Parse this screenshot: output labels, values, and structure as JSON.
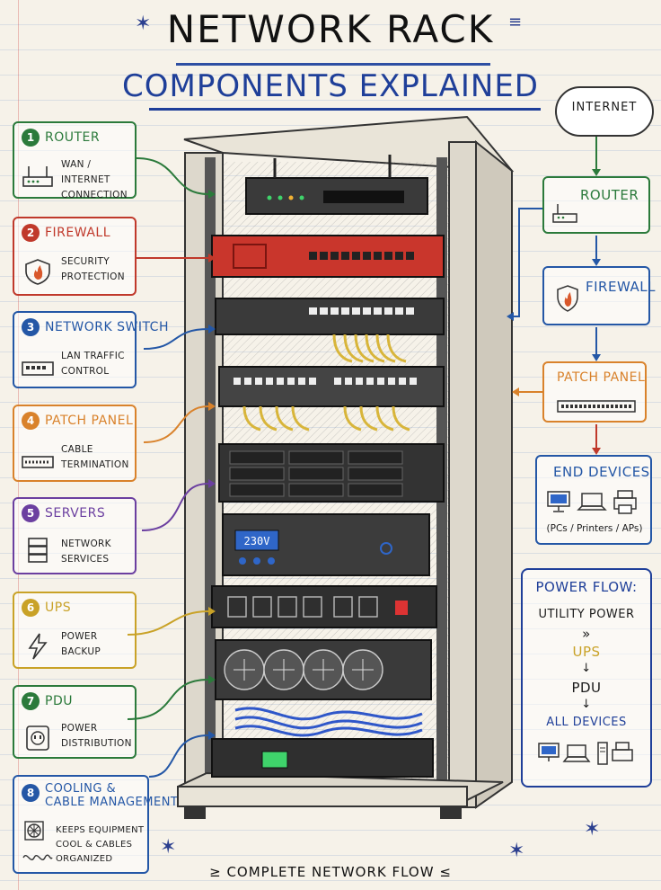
{
  "title": {
    "line1": "NETWORK RACK",
    "line2": "COMPONENTS EXPLAINED"
  },
  "components": [
    {
      "num": "1",
      "label": "ROUTER",
      "desc1": "WAN / INTERNET",
      "desc2": "CONNECTION",
      "color": "#2b7a3b"
    },
    {
      "num": "2",
      "label": "FIREWALL",
      "desc1": "SECURITY",
      "desc2": "PROTECTION",
      "color": "#c0392b"
    },
    {
      "num": "3",
      "label": "NETWORK SWITCH",
      "desc1": "LAN TRAFFIC",
      "desc2": "CONTROL",
      "color": "#2457a6"
    },
    {
      "num": "4",
      "label": "PATCH PANEL",
      "desc1": "CABLE",
      "desc2": "TERMINATION",
      "color": "#d9822b"
    },
    {
      "num": "5",
      "label": "SERVERS",
      "desc1": "NETWORK",
      "desc2": "SERVICES",
      "color": "#6b3fa0"
    },
    {
      "num": "6",
      "label": "UPS",
      "desc1": "POWER",
      "desc2": "BACKUP",
      "color": "#c9a227"
    },
    {
      "num": "7",
      "label": "PDU",
      "desc1": "POWER",
      "desc2": "DISTRIBUTION",
      "color": "#2b7a3b"
    },
    {
      "num": "8",
      "label1": "COOLING &",
      "label2": "CABLE MANAGEMENT",
      "desc1": "KEEPS EQUIPMENT",
      "desc2": "COOL & CABLES",
      "desc3": "ORGANIZED",
      "color": "#2457a6"
    }
  ],
  "flow": {
    "internet": "INTERNET",
    "router": "ROUTER",
    "firewall": "FIREWALL",
    "patch_panel": "PATCH PANEL",
    "end_devices": "END DEVICES",
    "end_devices_note": "(PCs / Printers / APs)"
  },
  "power_flow": {
    "title": "POWER FLOW:",
    "utility": "UTILITY POWER",
    "chevrons": "»",
    "ups": "UPS",
    "pdu": "PDU",
    "all": "ALL DEVICES"
  },
  "ups_display": "230V",
  "footer": "COMPLETE NETWORK FLOW",
  "colors": {
    "green": "#2b7a3b",
    "red": "#c0392b",
    "blue": "#2457a6",
    "orange": "#d9822b",
    "purple": "#6b3fa0",
    "yellow": "#c9a227",
    "navy": "#1f3f99"
  }
}
